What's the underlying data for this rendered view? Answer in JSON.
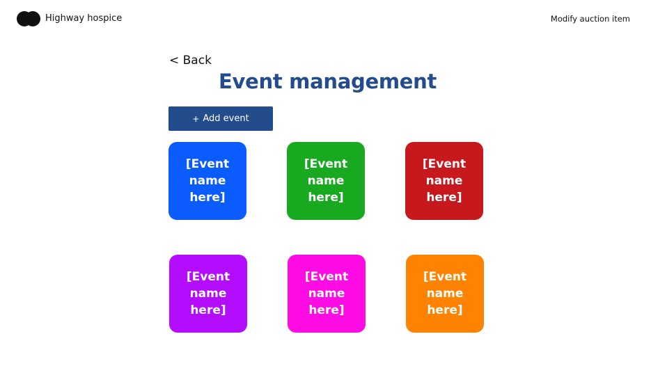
{
  "header": {
    "brand_name": "Highway hospice",
    "logo_icon": "two-overlapping-circles-logo",
    "nav_link": "Modify auction item"
  },
  "back_label": "< Back",
  "page_title": "Event management",
  "add_button": {
    "plus": "+",
    "label": "Add event"
  },
  "colors": {
    "title": "#234c8c",
    "button": "#234c8c"
  },
  "events": [
    {
      "label": "[Event name here]",
      "color": "#0a5cff"
    },
    {
      "label": "[Event name here]",
      "color": "#18a921"
    },
    {
      "label": "[Event name here]",
      "color": "#c6181d"
    },
    {
      "label": "[Event name here]",
      "color": "#b40cff"
    },
    {
      "label": "[Event name here]",
      "color": "#ff0ce5"
    },
    {
      "label": "[Event name here]",
      "color": "#ff8300"
    }
  ]
}
